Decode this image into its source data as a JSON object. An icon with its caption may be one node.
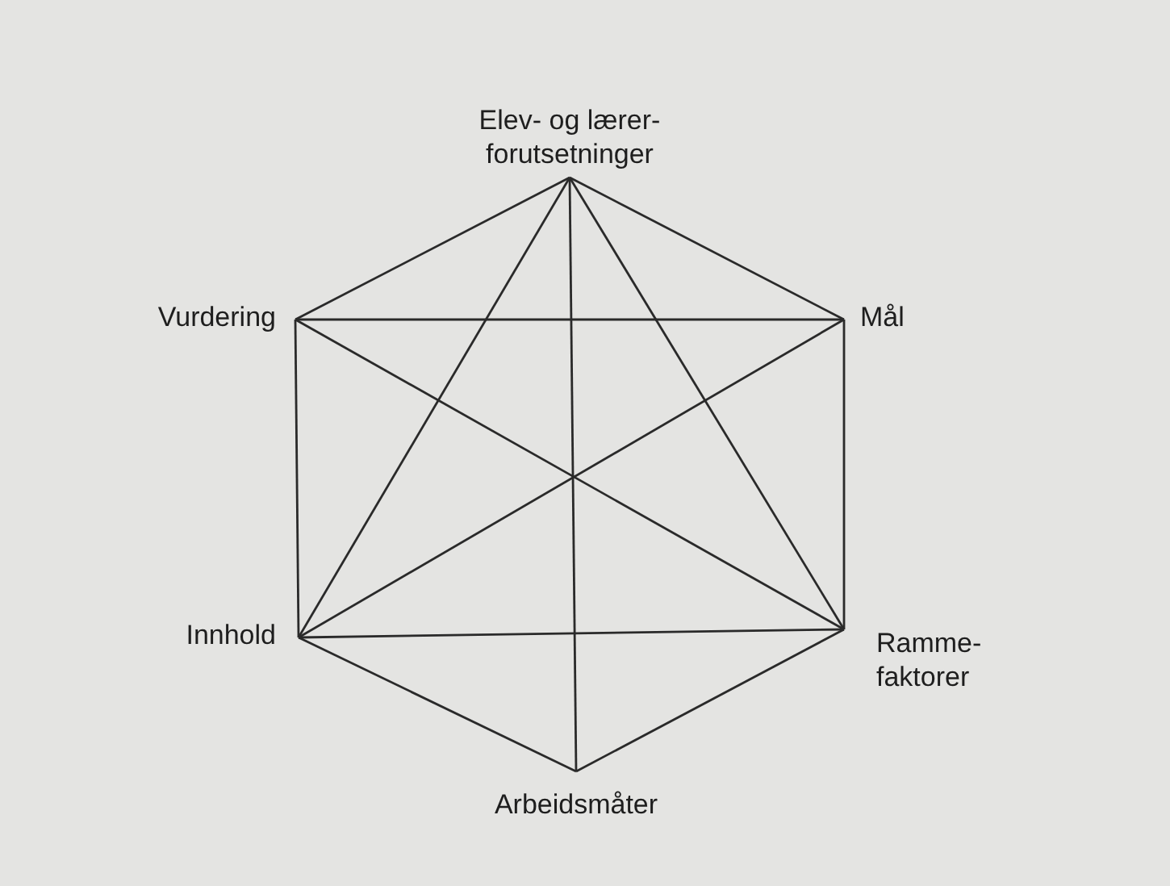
{
  "diagram": {
    "nodes": [
      {
        "text": [
          "Elev- og lærer- forutsetninger"
        ]
      },
      {
        "text": [
          "Mål"
        ]
      },
      {
        "text": [
          "Ramme- faktorer"
        ]
      },
      {
        "text": [
          "Arbeidsmåter"
        ]
      },
      {
        "text": [
          "Innhold"
        ]
      },
      {
        "text": [
          "Vurdering"
        ]
      }
    ],
    "edges": [
      {
        "from": 0,
        "to": 1,
        "arrow": "none"
      },
      {
        "from": 1,
        "to": 2,
        "arrow": "none"
      },
      {
        "from": 2,
        "to": 3,
        "arrow": "none"
      },
      {
        "from": 3,
        "to": 4,
        "arrow": "none"
      },
      {
        "from": 4,
        "to": 5,
        "arrow": "none"
      },
      {
        "from": 5,
        "to": 0,
        "arrow": "none"
      },
      {
        "from": 0,
        "to": 4,
        "arrow": "none"
      },
      {
        "from": 0,
        "to": 2,
        "arrow": "none"
      },
      {
        "from": 0,
        "to": 3,
        "arrow": "none"
      },
      {
        "from": 5,
        "to": 1,
        "arrow": "none"
      },
      {
        "from": 5,
        "to": 2,
        "arrow": "none"
      },
      {
        "from": 4,
        "to": 1,
        "arrow": "none"
      },
      {
        "from": 4,
        "to": 2,
        "arrow": "none"
      }
    ]
  }
}
